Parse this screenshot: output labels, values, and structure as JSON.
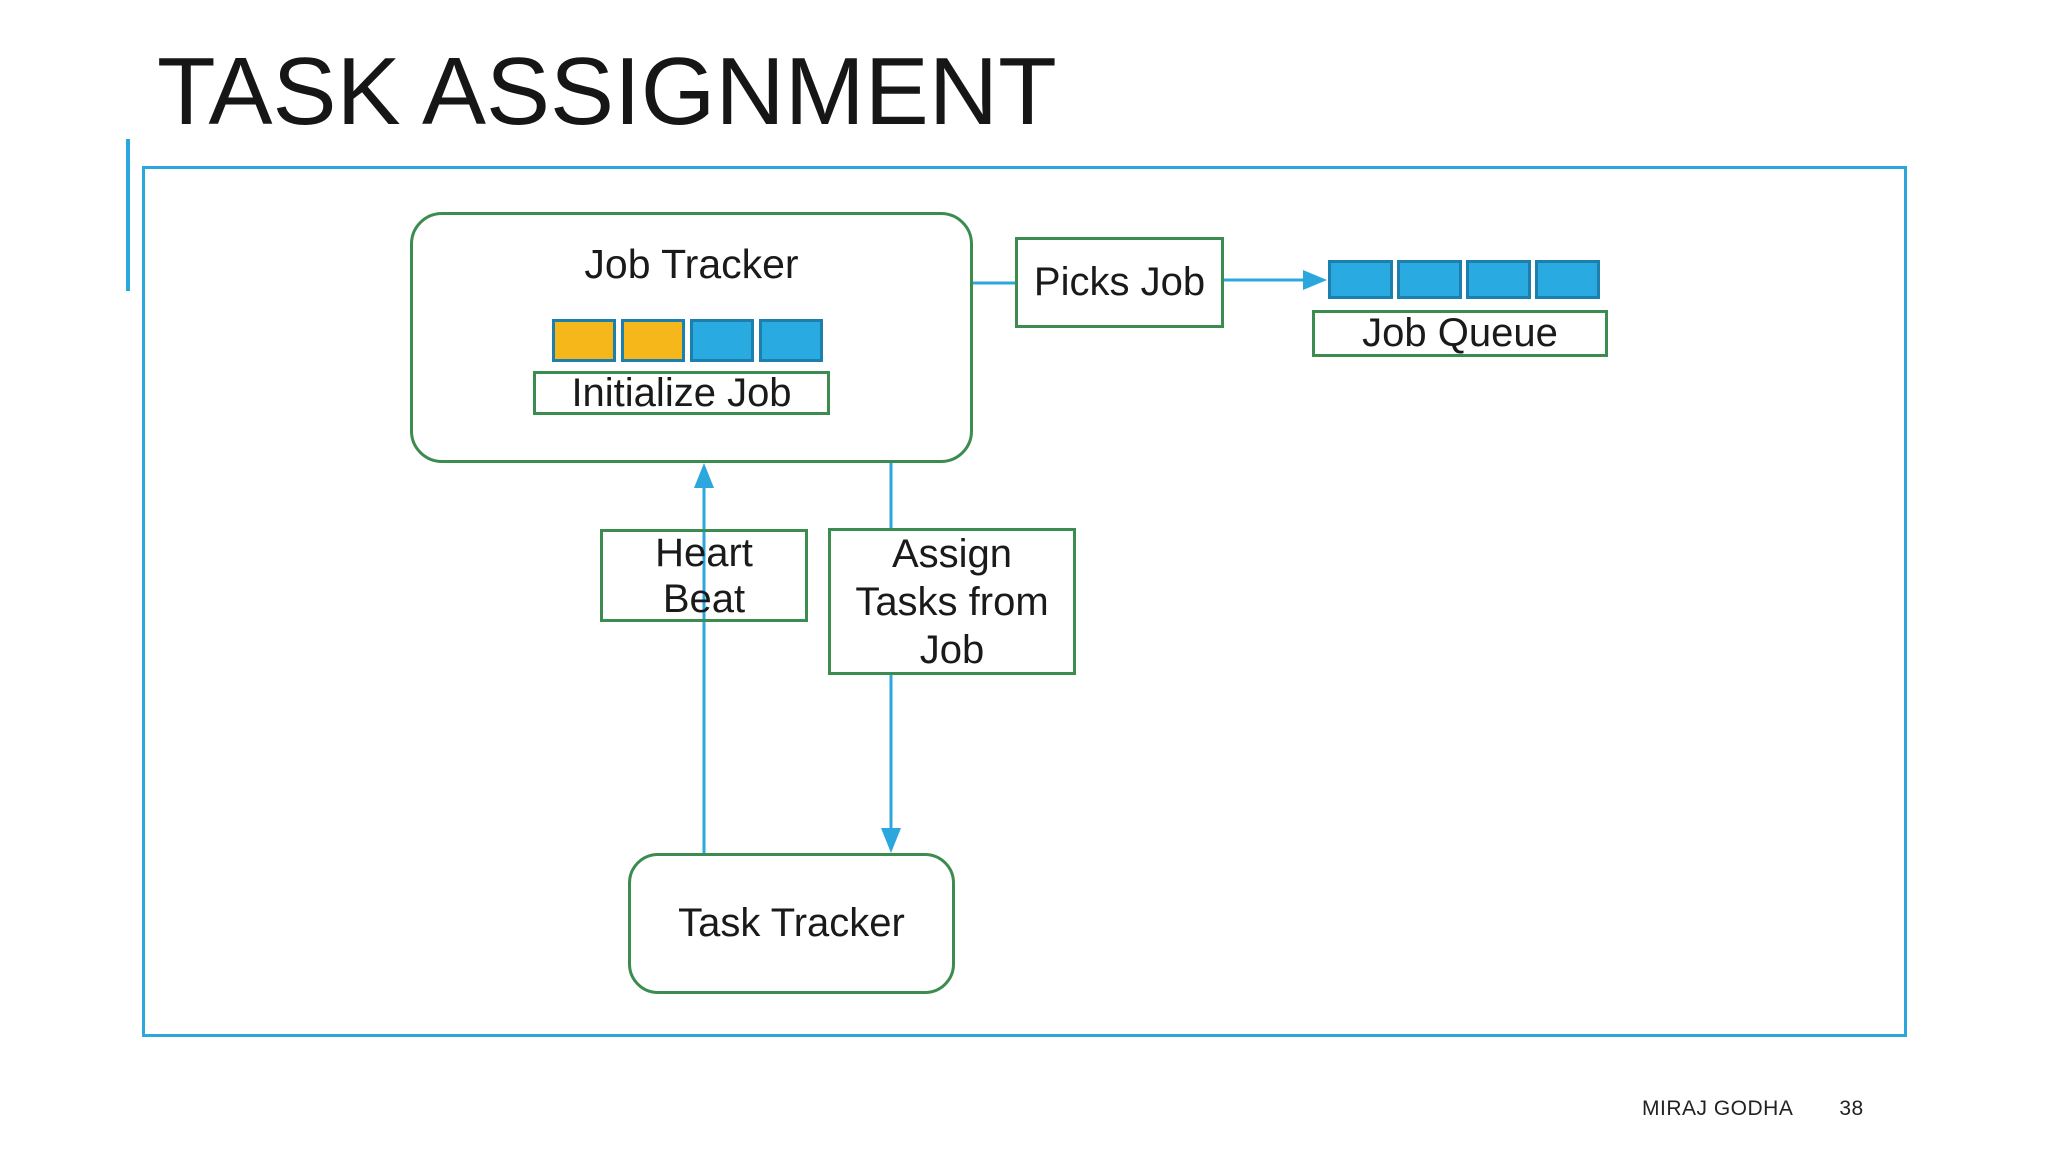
{
  "slide": {
    "title": "TASK ASSIGNMENT",
    "footer": {
      "author": "MIRAJ GODHA",
      "page_number": "38"
    }
  },
  "diagram": {
    "job_tracker": {
      "label": "Job Tracker",
      "slots": [
        "yellow",
        "yellow",
        "blue",
        "blue"
      ],
      "initialize_box_label": "Initialize Job"
    },
    "picks_job_label": "Picks Job",
    "job_queue": {
      "label": "Job Queue",
      "slots": [
        "blue",
        "blue",
        "blue",
        "blue"
      ]
    },
    "heart_beat_label": "Heart\nBeat",
    "assign_tasks_label": "Assign\nTasks from\nJob",
    "task_tracker_label": "Task Tracker"
  },
  "colors": {
    "accent-blue": "#2BA7DD",
    "outline-green": "#3B8C4E",
    "slot-yellow": "#F6B71B",
    "slot-blue": "#29ABE2",
    "slot-border": "#1D7FAD",
    "text": "#1A1A1A"
  }
}
